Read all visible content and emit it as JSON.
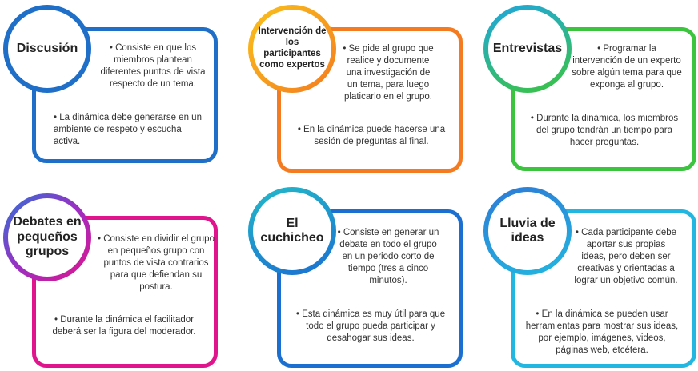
{
  "colors": {
    "discusion": "#1f6fc8",
    "intervencion": "#f47b20",
    "entrevistas": "#3cc43f",
    "debates": "#e0148c",
    "cuchicheo": "#1b6fd1",
    "lluvia": "#22b7e0"
  },
  "cards": [
    {
      "title": "Discusión",
      "p1": "• Consiste en que los miembros plantean diferentes puntos de vista respecto de un tema.",
      "p2": "• La dinámica debe generarse en un ambiente de respeto y escucha activa."
    },
    {
      "title": "Intervención de los participantes como expertos",
      "p1": "• Se pide al grupo que realice y documente una investigación de un tema, para luego platicarlo en el grupo.",
      "p2": "• En la dinámica puede hacerse una sesión de preguntas al final."
    },
    {
      "title": "Entrevistas",
      "p1": "• Programar la intervención de un experto sobre algún tema para que exponga al grupo.",
      "p2": "• Durante la dinámica, los miembros del grupo tendrán un tiempo para hacer preguntas."
    },
    {
      "title": "Debates en pequeños grupos",
      "p1": "• Consiste en dividir el grupo en pequeños grupo con puntos de vista contrarios para que defiendan su postura.",
      "p2": "• Durante la dinámica el facilitador deberá ser la figura del moderador."
    },
    {
      "title": "El cuchicheo",
      "p1": "• Consiste en generar un debate en todo el grupo en un periodo corto de tiempo (tres a cinco minutos).",
      "p2": "• Esta dinámica es muy útil para que todo el grupo pueda participar y desahogar sus ideas."
    },
    {
      "title": "Lluvia de ideas",
      "p1": "• Cada participante debe aportar sus propias ideas, pero deben ser creativas y orientadas a lograr un objetivo común.",
      "p2": "• En la dinámica se pueden usar herramientas para mostrar sus ideas, por ejemplo, imágenes, videos, páginas web, etcétera."
    }
  ]
}
